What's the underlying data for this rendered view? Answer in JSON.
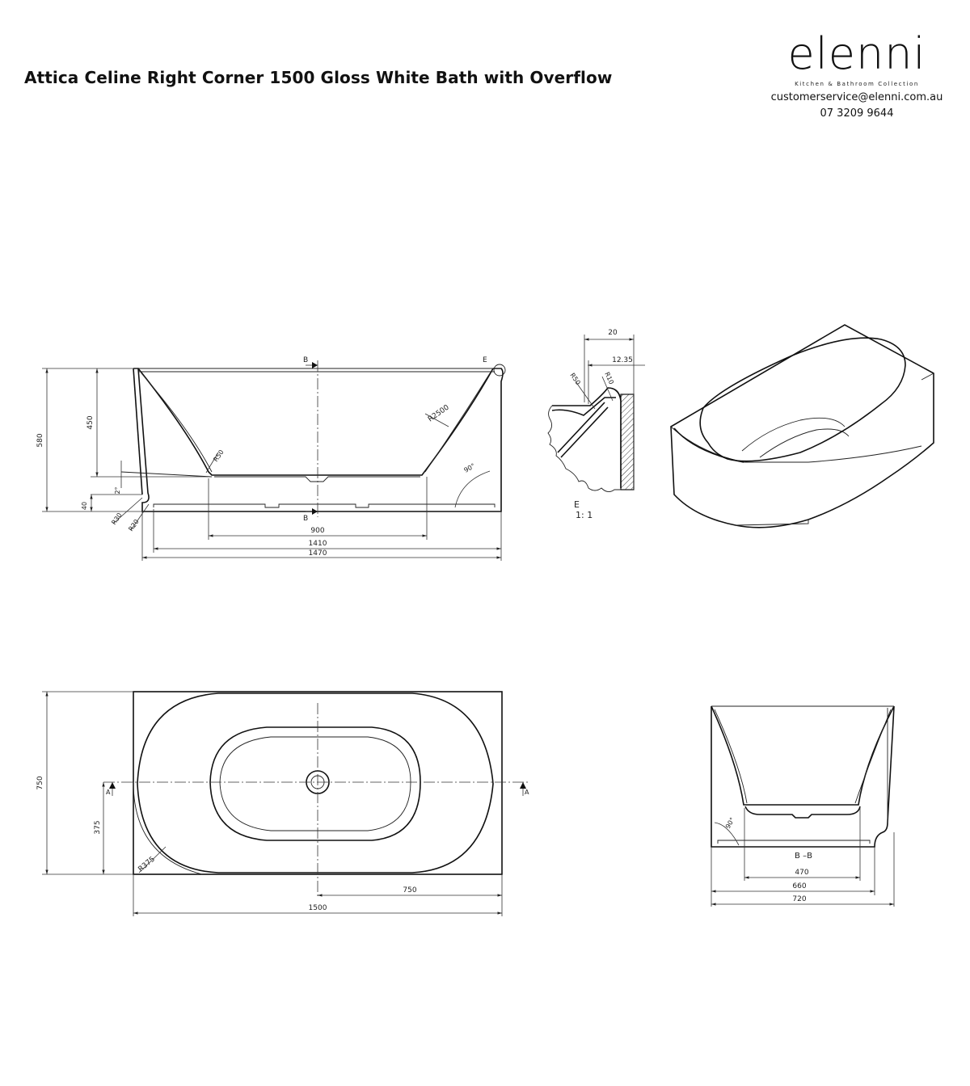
{
  "header": {
    "title": "Attica Celine Right Corner 1500 Gloss White Bath with Overflow"
  },
  "brand": {
    "logo_text": "elenni",
    "tagline": "Kitchen & Bathroom Collection",
    "email": "customerservice@elenni.com.au",
    "phone": "07 3209 9644"
  },
  "front_view": {
    "section_marker": "B",
    "detail_marker": "E",
    "dim_height_total": "580",
    "dim_height_inner": "450",
    "dim_base": "40",
    "angle_floor": "2°",
    "radius_r30": "R30",
    "radius_r20": "R20",
    "radius_r50": "R50",
    "radius_r2500": "R2500",
    "angle_wall": "90°",
    "dim_inner_base": "900",
    "dim_1410": "1410",
    "dim_1470": "1470"
  },
  "detail_view": {
    "dim_20": "20",
    "dim_1235": "12.35",
    "radius_r50": "R50",
    "radius_r10": "R10",
    "label": "E",
    "scale": "1: 1"
  },
  "plan_view": {
    "section_marker": "A",
    "dim_750_height": "750",
    "dim_375": "375",
    "radius_r375": "R375",
    "dim_750_width": "750",
    "dim_1500": "1500"
  },
  "section_view": {
    "angle": "90°",
    "label": "B –B",
    "dim_470": "470",
    "dim_660": "660",
    "dim_720": "720"
  },
  "colors": {
    "line": "#111111",
    "background": "#ffffff"
  }
}
